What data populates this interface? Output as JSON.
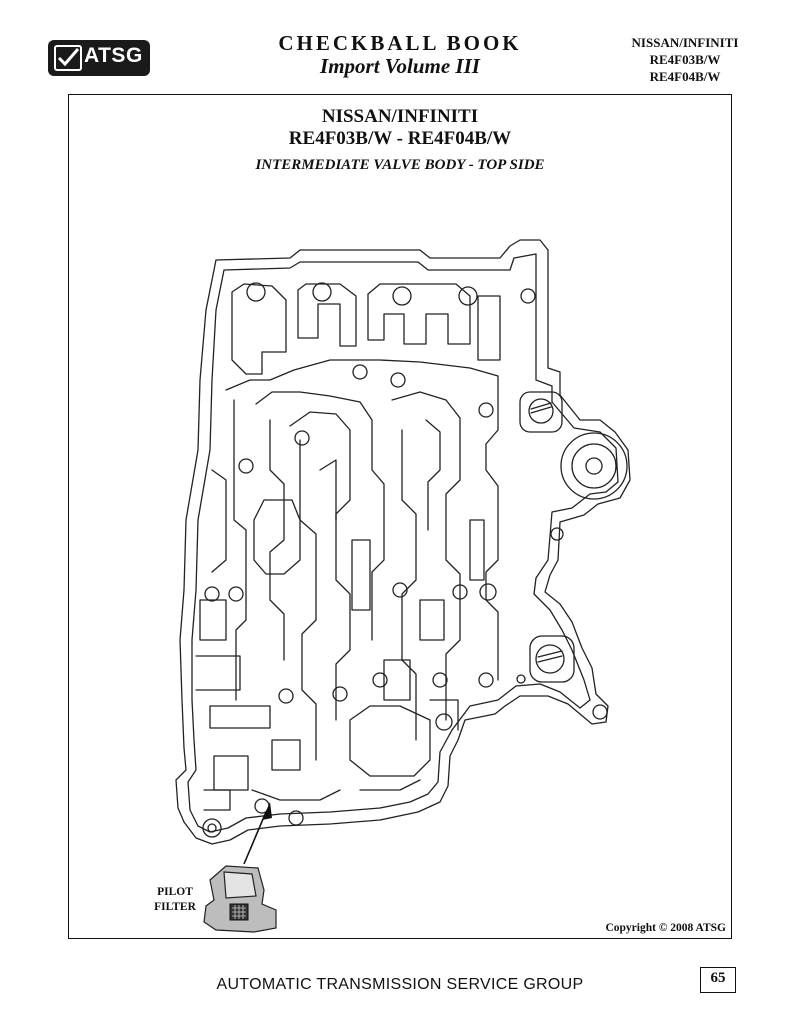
{
  "header": {
    "logo_text": "ATSG",
    "book_title": "CHECKBALL BOOK",
    "book_subtitle": "Import Volume III",
    "corner_lines": [
      "NISSAN/INFINITI",
      "RE4F03B/W",
      "RE4F04B/W"
    ]
  },
  "content": {
    "heading_make": "NISSAN/INFINITI",
    "heading_models": "RE4F03B/W - RE4F04B/W",
    "heading_view": "INTERMEDIATE VALVE BODY - TOP SIDE",
    "callout_label_line1": "PILOT",
    "callout_label_line2": "FILTER",
    "copyright": "Copyright © 2008  ATSG"
  },
  "footer": {
    "organization": "AUTOMATIC TRANSMISSION SERVICE GROUP",
    "page_number": "65"
  },
  "icons": [
    "atsg-logo-icon",
    "pilot-filter-icon",
    "callout-arrow-icon"
  ]
}
